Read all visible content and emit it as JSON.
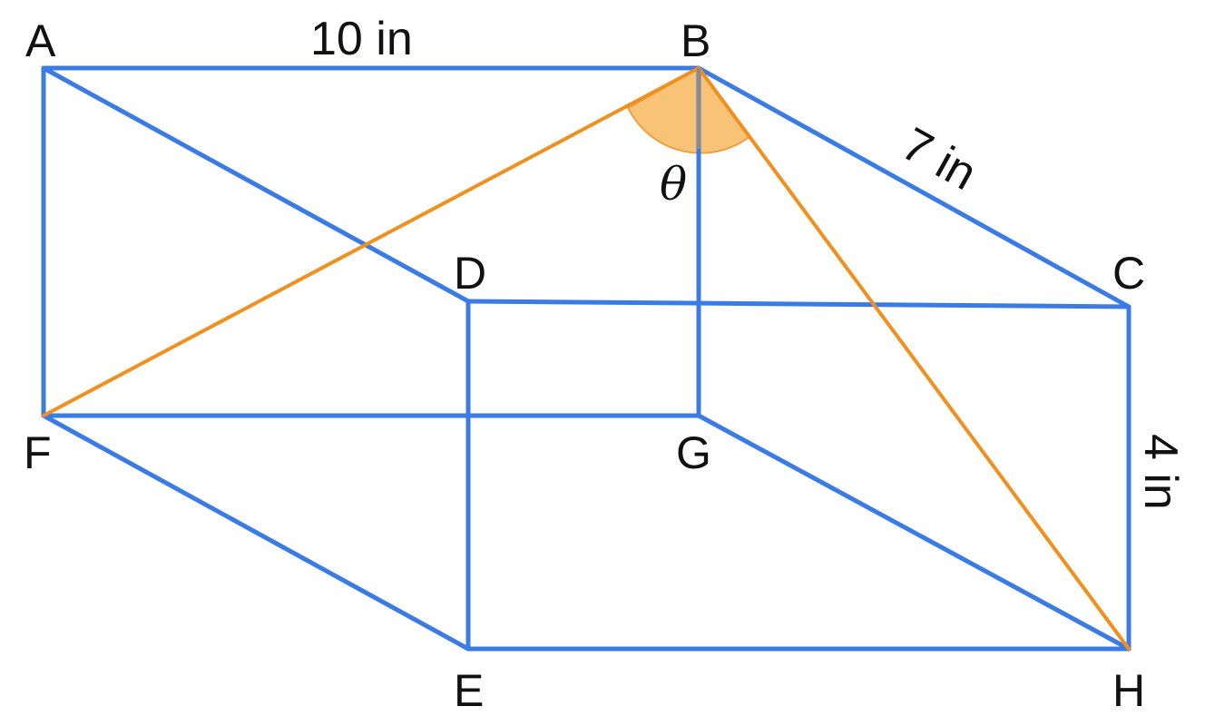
{
  "figure": {
    "vertex_labels": {
      "A": "A",
      "B": "B",
      "C": "C",
      "D": "D",
      "E": "E",
      "F": "F",
      "G": "G",
      "H": "H"
    },
    "dimensions": {
      "length": "10 in",
      "depth": "7 in",
      "height": "4 in"
    },
    "angle_label": "θ"
  },
  "colors": {
    "edge": "#3A7BE6",
    "diagonal": "#F0901E",
    "angle_fill": "#F9C377",
    "height_line": "#8A8A8A",
    "text": "#111111"
  }
}
